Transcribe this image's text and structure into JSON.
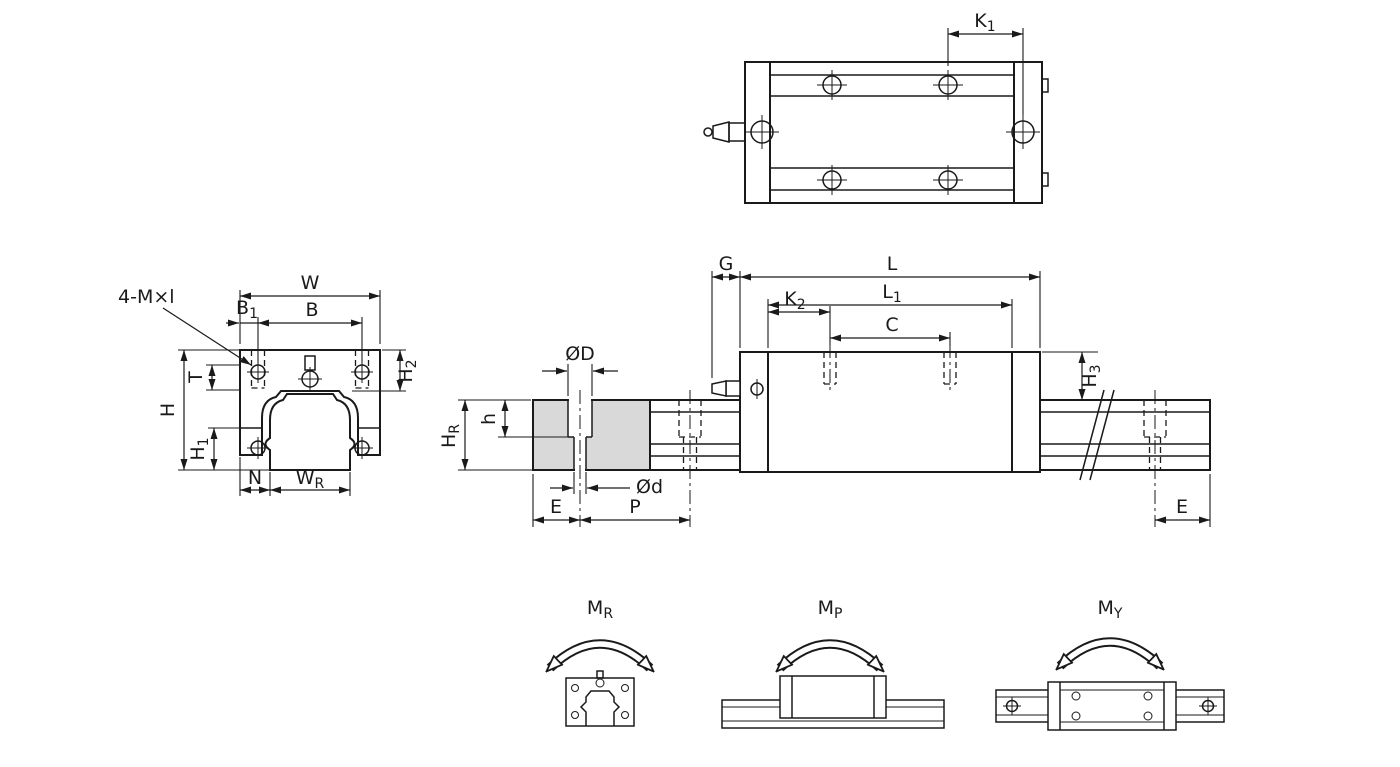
{
  "page": {
    "background": "#ffffff",
    "line_color": "#1a1a1a",
    "rail_section_fill": "#d9d9d9"
  },
  "top_view": {
    "dims": {
      "k1": {
        "main": "K",
        "sub": "1"
      }
    }
  },
  "front_view": {
    "thread_note": "4-M×l",
    "dims": {
      "w": {
        "main": "W",
        "sub": ""
      },
      "b1": {
        "main": "B",
        "sub": "1"
      },
      "b": {
        "main": "B",
        "sub": ""
      },
      "h2": {
        "main": "H",
        "sub": "2"
      },
      "t": {
        "main": "T",
        "sub": ""
      },
      "h": {
        "main": "H",
        "sub": ""
      },
      "h1": {
        "main": "H",
        "sub": "1"
      },
      "n": {
        "main": "N",
        "sub": ""
      },
      "wr": {
        "main": "W",
        "sub": "R"
      }
    }
  },
  "side_view": {
    "dims": {
      "g": {
        "main": "G",
        "sub": ""
      },
      "l": {
        "main": "L",
        "sub": ""
      },
      "l1": {
        "main": "L",
        "sub": "1"
      },
      "k2": {
        "main": "K",
        "sub": "2"
      },
      "c": {
        "main": "C",
        "sub": ""
      },
      "h3": {
        "main": "H",
        "sub": "3"
      },
      "dia_d_upper": {
        "main": "ØD",
        "sub": ""
      },
      "h_small": {
        "main": "h",
        "sub": ""
      },
      "hr": {
        "main": "H",
        "sub": "R"
      },
      "dia_d_lower": {
        "main": "Ød",
        "sub": ""
      },
      "e_left": {
        "main": "E",
        "sub": ""
      },
      "p": {
        "main": "P",
        "sub": ""
      },
      "e_right": {
        "main": "E",
        "sub": ""
      }
    }
  },
  "moments": {
    "mr": {
      "main": "M",
      "sub": "R"
    },
    "mp": {
      "main": "M",
      "sub": "P"
    },
    "my": {
      "main": "M",
      "sub": "Y"
    }
  }
}
